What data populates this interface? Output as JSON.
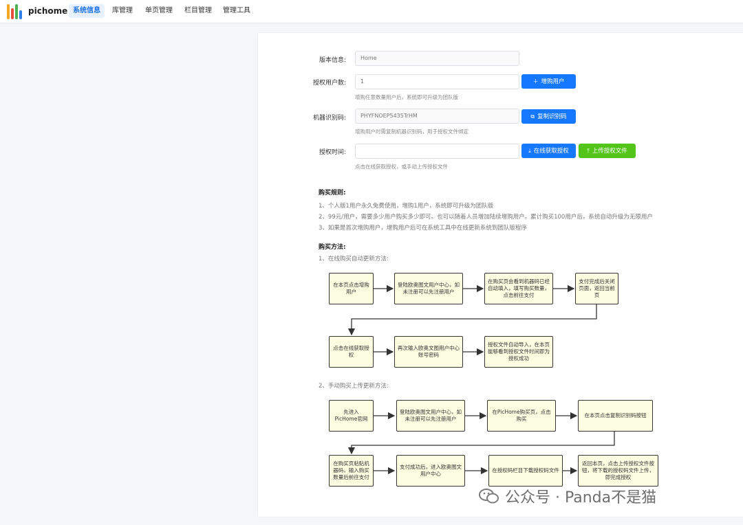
{
  "app": {
    "brand": "pichome"
  },
  "nav": {
    "items": [
      "系统信息",
      "库管理",
      "单页管理",
      "栏目管理",
      "管理工具"
    ],
    "active": 0
  },
  "form": {
    "version": {
      "label": "版本信息:",
      "value": "Home"
    },
    "users": {
      "label": "授权用户数:",
      "value": "1",
      "button": "增购用户",
      "help": "增购任意数量用户后，系统即可升级为团队版"
    },
    "machine": {
      "label": "机器识别码:",
      "value": "PHYFNOEP5435TrHM",
      "button": "复制识别码",
      "help": "增购用户时需复制机器识别码，用于授权文件绑定"
    },
    "auth_time": {
      "label": "授权时间:",
      "value": "",
      "button_online": "在线获取授权",
      "button_upload": "上传授权文件",
      "help": "点击在线获取授权，或手动上传授权文件"
    }
  },
  "rules": {
    "title": "购买规则:",
    "items": [
      "1、个人版1用户永久免费使用，增购1用户，系统即可升级为团队版",
      "2、99元/用户，需要多少用户购买多少即可。也可以随着人员增加陆续增购用户。累计购买100用户后，系统自动升级为无限用户",
      "3、如果是首次增购用户，增购用户后可在系统工具中在线更新系统到团队版程序"
    ]
  },
  "methods": {
    "title": "购买方法:",
    "online_title": "1、在线购买自动更新方法:",
    "online_steps": [
      "在本页点击增购用户",
      "登陆欧奥图文用户中心，如未注册可以先注册用户",
      "在购买页会看到机器码已经自动填入，填写购买数量，点击前往支付",
      "支付完成后关闭页面，返回当前页",
      "点击在线获取授权",
      "再次输入欧奥文图用户中心账号密码",
      "授权文件自动导入，在本页能够看到授权文件时间即为授权成功"
    ],
    "manual_title": "2、手动购买上传更新方法:",
    "manual_steps": [
      "先进入PicHome官网",
      "登陆欧奥图文用户中心，如未注册可以先注册用户",
      "在PicHome购买页，点击购买",
      "在本页点击复制识别码按钮",
      "在购买页粘贴机器码，输入购买数量后前往支付",
      "支付成功后，进入欧奥图文用户中心",
      "在授权码栏目下载授权码文件",
      "返回本页，点击上传授权文件按钮，将下载的授权码文件上传，即完成授权"
    ]
  },
  "watermark": "公众号 · Panda不是猫",
  "colors": {
    "accent": "#1677ff",
    "success": "#52c41a",
    "flow_fill": "#fdfde2"
  }
}
